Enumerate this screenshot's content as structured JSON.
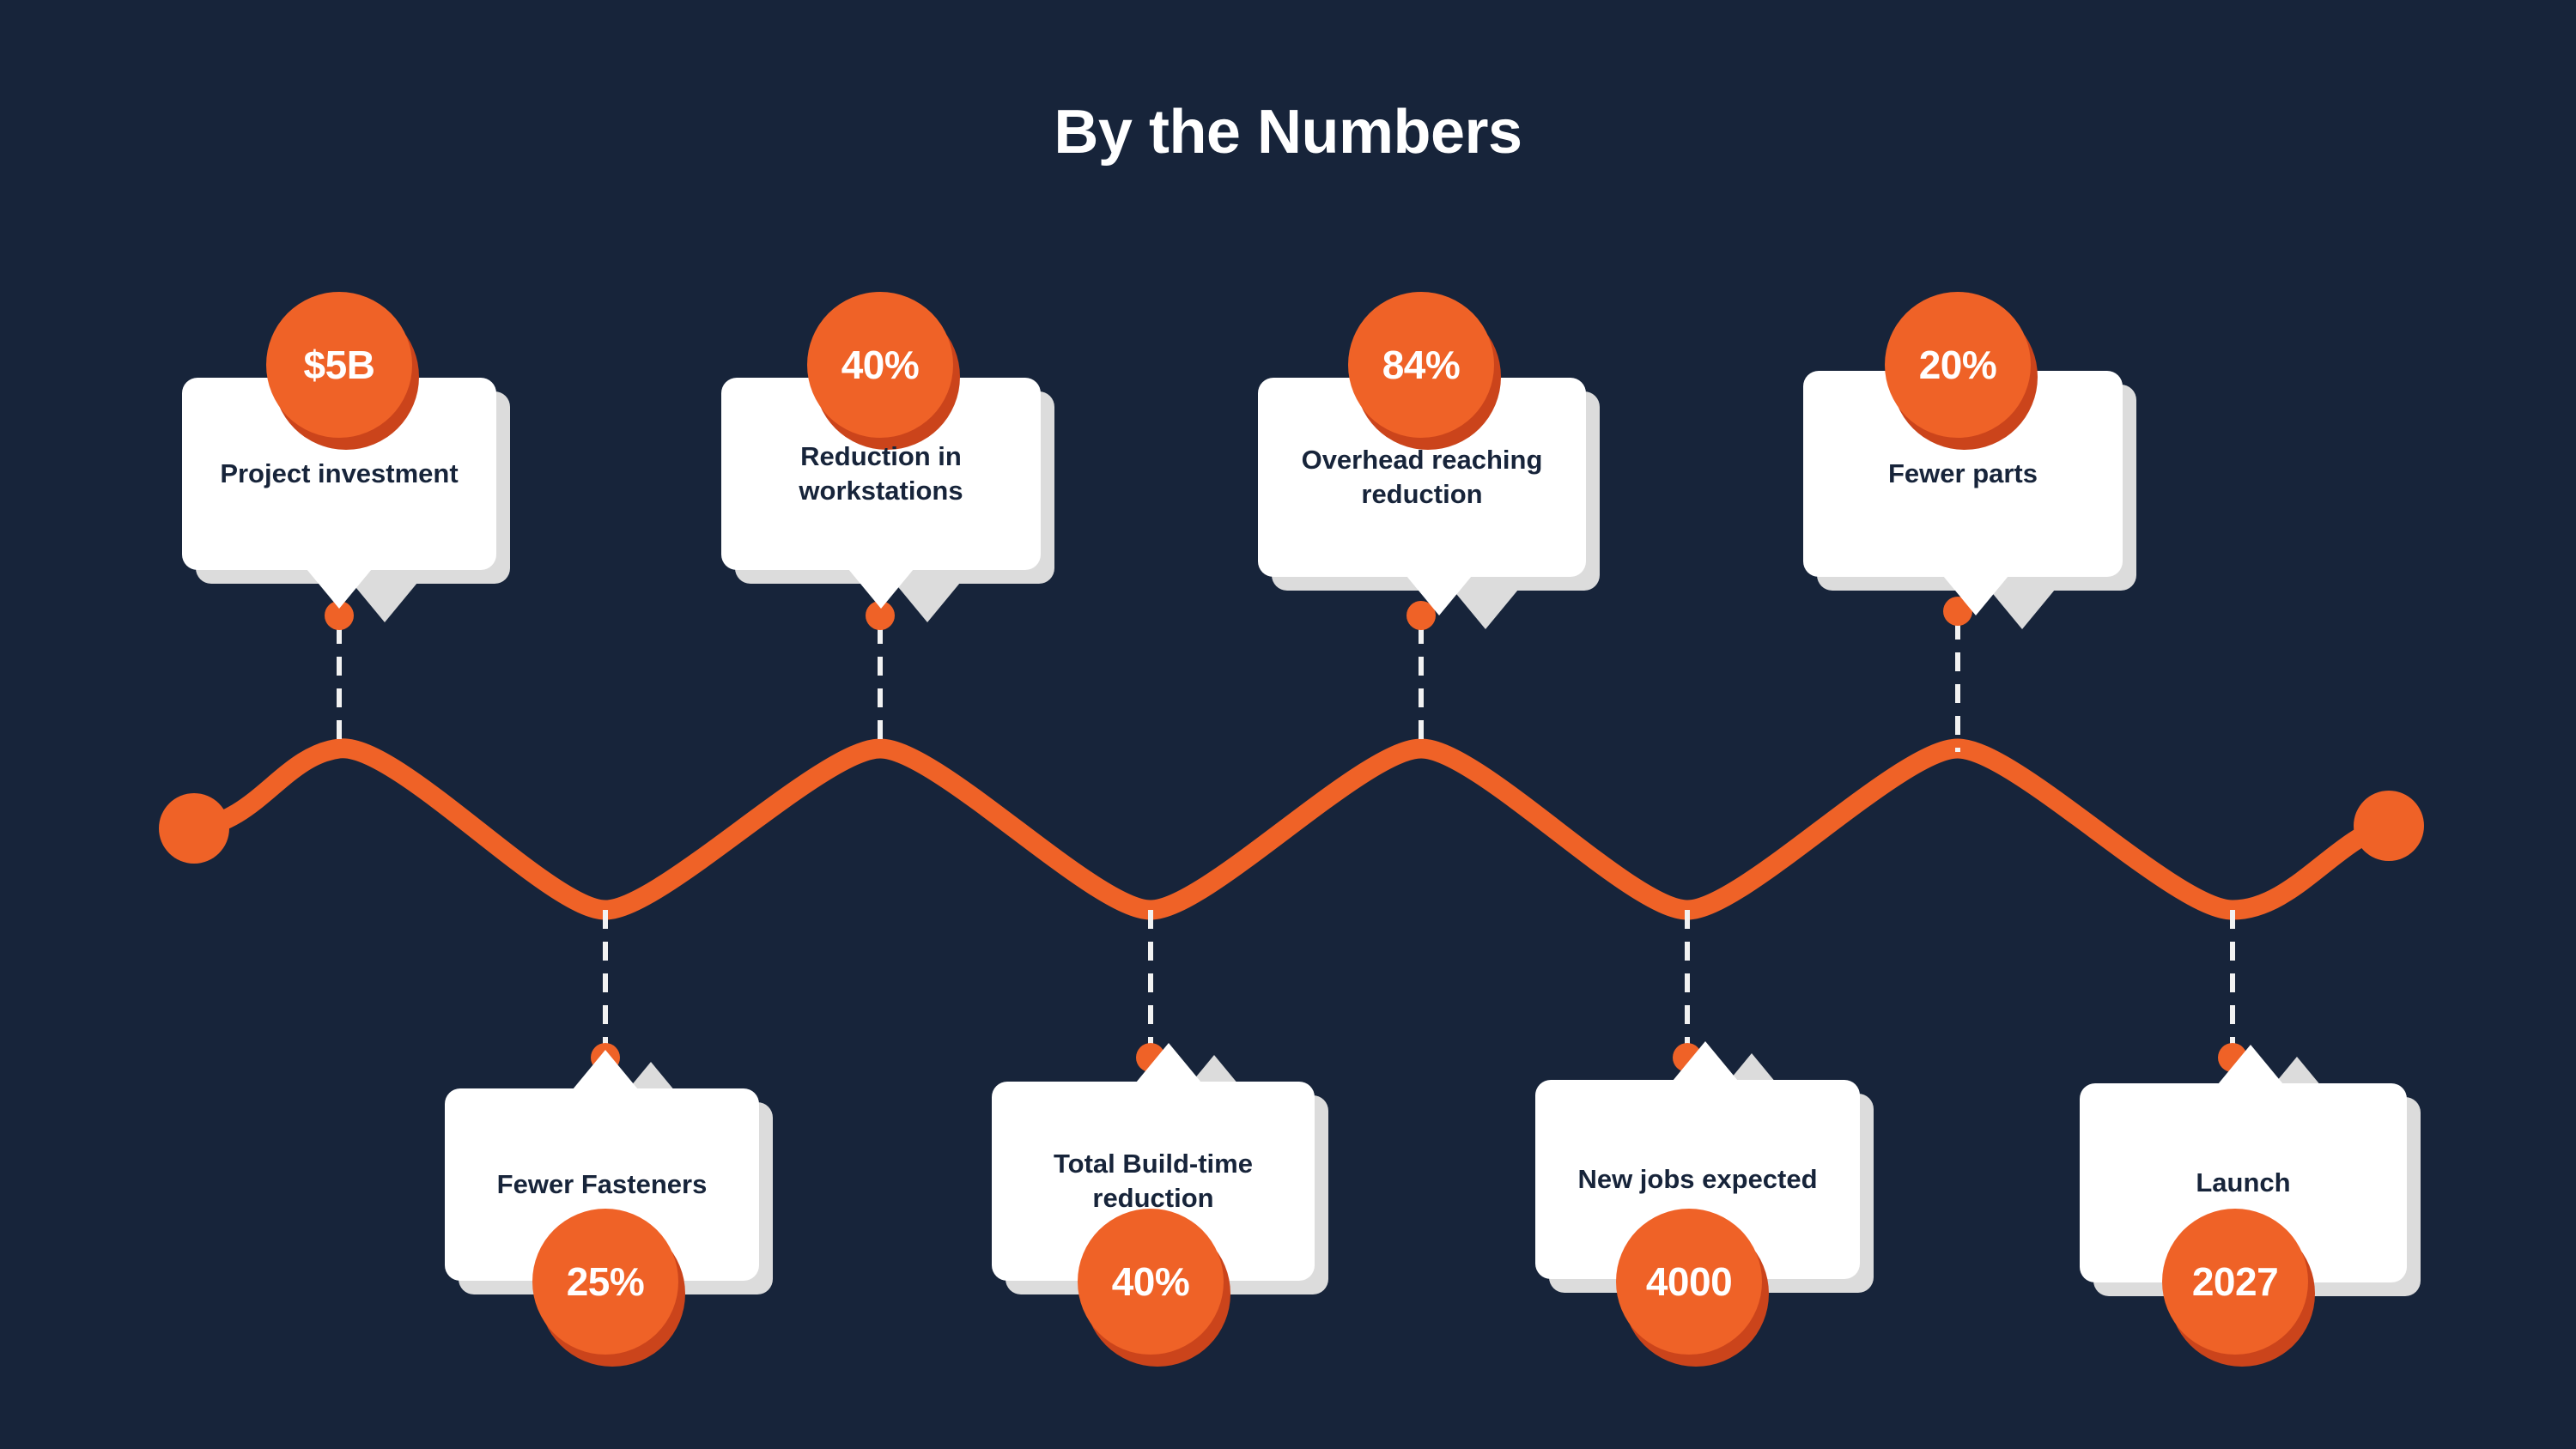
{
  "header": {
    "title": "By the Numbers"
  },
  "colors": {
    "background": "#17243a",
    "accent_orange": "#ef6227",
    "accent_orange_shadow": "#cb441b",
    "card_white": "#ffffff",
    "card_shadow": "#dcdcdc",
    "text_dark": "#17243a",
    "text_light": "#ffffff",
    "dash_white": "#f2f2f2"
  },
  "timeline": {
    "start_marker": "wave-start-dot",
    "end_marker": "wave-end-dot",
    "wave_icon": "orange-wave-line"
  },
  "stats": [
    {
      "value": "$5B",
      "label": "Project investment",
      "position": "above"
    },
    {
      "value": "40%",
      "label": "Reduction in workstations",
      "position": "above"
    },
    {
      "value": "84%",
      "label": "Overhead reaching reduction",
      "position": "above"
    },
    {
      "value": "20%",
      "label": "Fewer parts",
      "position": "above"
    },
    {
      "value": "25%",
      "label": "Fewer Fasteners",
      "position": "below"
    },
    {
      "value": "40%",
      "label": "Total Build-time reduction",
      "position": "below"
    },
    {
      "value": "4000",
      "label": "New jobs expected",
      "position": "below"
    },
    {
      "value": "2027",
      "label": "Launch",
      "position": "below"
    }
  ]
}
